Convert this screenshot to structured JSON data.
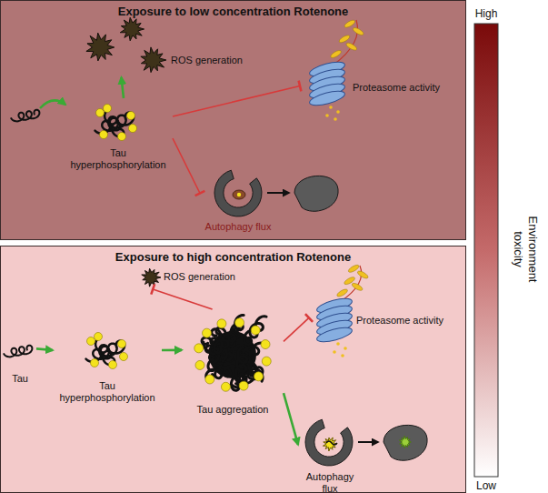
{
  "diagram": {
    "nodes": [
      {
        "text": [
          "Exposure to low concentration Rotenone"
        ]
      },
      {
        "text": [
          "ROS generation"
        ],
        "in": 0
      },
      {
        "text": [
          "Tau hyperphosphorylation"
        ],
        "in": 0
      },
      {
        "text": [
          "Proteasome activity"
        ],
        "in": 0
      },
      {
        "text": [
          "Autophagy flux"
        ],
        "in": 0
      },
      {
        "text": [
          "Exposure to high concentration Rotenone"
        ]
      },
      {
        "text": [
          "ROS generation"
        ],
        "in": 5
      },
      {
        "text": [
          "Tau"
        ],
        "in": 5
      },
      {
        "text": [
          "Tau hyperphosphorylation"
        ],
        "in": 5
      },
      {
        "text": [
          "Proteasome activity"
        ],
        "in": 5
      },
      {
        "text": [
          "Tau aggregation"
        ],
        "in": 5
      },
      {
        "text": [
          "Autophagy flux"
        ],
        "in": 5
      }
    ],
    "edges": [
      {
        "from": 2,
        "to": 1,
        "arrow": "to"
      },
      {
        "from": 2,
        "to": 3,
        "arrow": "to"
      },
      {
        "from": 2,
        "to": 4,
        "arrow": "to"
      },
      {
        "from": 7,
        "to": 8,
        "arrow": "to"
      },
      {
        "from": 8,
        "to": 10,
        "arrow": "to"
      },
      {
        "from": 10,
        "to": 6,
        "arrow": "to"
      },
      {
        "from": 10,
        "to": 9,
        "arrow": "to"
      },
      {
        "from": 10,
        "to": 11,
        "arrow": "to"
      }
    ],
    "labels": [
      "High",
      "Environment toxicity",
      "Low"
    ]
  }
}
